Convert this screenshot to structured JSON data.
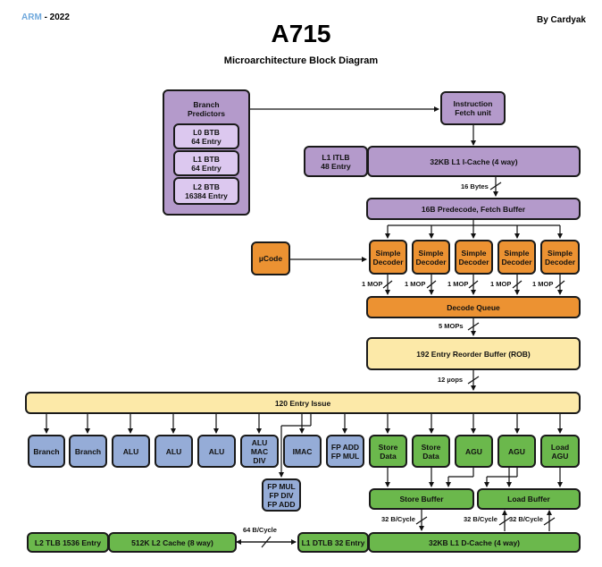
{
  "header": {
    "org": "ARM",
    "year": "- 2022",
    "title": "A715",
    "subtitle": "Microarchitecture Block Diagram",
    "author": "By Cardyak"
  },
  "colors": {
    "org_accent": "#6fa8dc",
    "frontend": "#b49acb",
    "frontend_light": "#dcc8ef",
    "decode": "#ec9232",
    "rob": "#fce9a8",
    "int_units": "#95acd7",
    "mem_units": "#6bb84c"
  },
  "blocks": {
    "branch_predictors": "Branch\nPredictors",
    "l0_btb": "L0 BTB\n64 Entry",
    "l1_btb": "L1 BTB\n64 Entry",
    "l2_btb": "L2 BTB\n16384 Entry",
    "fetch_unit": "Instruction\nFetch unit",
    "l1_itlb": "L1 ITLB\n48 Entry",
    "l1_icache": "32KB L1 I-Cache (4 way)",
    "predecode": "16B Predecode, Fetch Buffer",
    "ucode": "µCode",
    "decoders": [
      "Simple\nDecoder",
      "Simple\nDecoder",
      "Simple\nDecoder",
      "Simple\nDecoder",
      "Simple\nDecoder"
    ],
    "decode_queue": "Decode Queue",
    "rob": "192 Entry Reorder Buffer (ROB)",
    "issue": "120 Entry Issue",
    "units": [
      "Branch",
      "Branch",
      "ALU",
      "ALU",
      "ALU",
      "ALU\nMAC\nDIV",
      "IMAC",
      "FP ADD\nFP MUL",
      "Store\nData",
      "Store\nData",
      "AGU",
      "AGU",
      "Load\nAGU"
    ],
    "fp_unit": "FP MUL\nFP DIV\nFP ADD",
    "store_buffer": "Store Buffer",
    "load_buffer": "Load Buffer",
    "l2_tlb": "L2 TLB 1536 Entry",
    "l2_cache": "512K L2 Cache (8 way)",
    "l1_dtlb": "L1 DTLB 32 Entry",
    "l1_dcache": "32KB L1 D-Cache (4 way)"
  },
  "labels": {
    "fetch_bw": "16 Bytes",
    "mop": [
      "1 MOP",
      "1 MOP",
      "1 MOP",
      "1 MOP",
      "1 MOP"
    ],
    "mops": "5 MOPs",
    "uops": "12 µops",
    "l2_bw": "64 B/Cycle",
    "store_bw": "32 B/Cycle",
    "load_bw_1": "32 B/Cycle",
    "load_bw_2": "32 B/Cycle"
  }
}
